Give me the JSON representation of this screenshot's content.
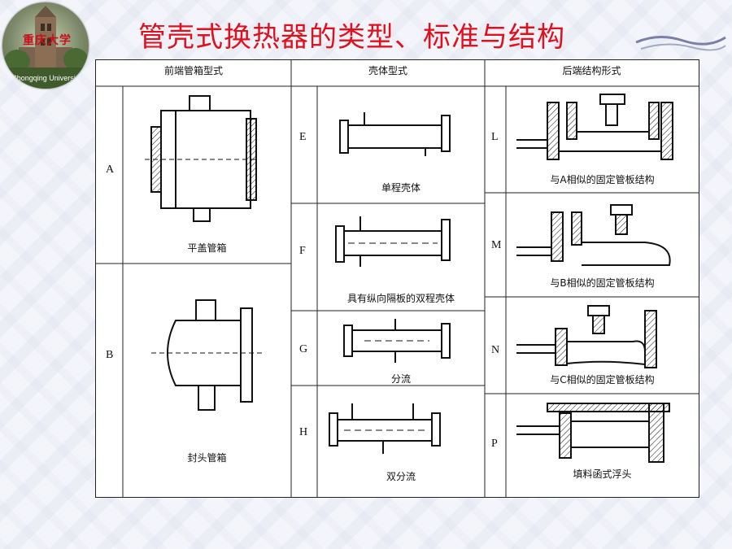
{
  "logo": {
    "name_cn": "重庆大学",
    "name_en": "Chongqing University"
  },
  "title": "管壳式换热器的类型、标准与结构",
  "table": {
    "headers": {
      "front": "前端管箱型式",
      "shell": "壳体型式",
      "rear": "后端结构形式"
    },
    "front_rows": [
      {
        "code": "A",
        "caption": "平盖管箱"
      },
      {
        "code": "B",
        "caption": "封头管箱"
      }
    ],
    "shell_rows": [
      {
        "code": "E",
        "caption": "单程壳体"
      },
      {
        "code": "F",
        "caption": "具有纵向隔板的双程壳体"
      },
      {
        "code": "G",
        "caption": "分流"
      },
      {
        "code": "H",
        "caption": "双分流"
      }
    ],
    "rear_rows": [
      {
        "code": "L",
        "caption": "与A相似的固定管板结构"
      },
      {
        "code": "M",
        "caption": "与B相似的固定管板结构"
      },
      {
        "code": "N",
        "caption": "与C相似的固定管板结构"
      },
      {
        "code": "P",
        "caption": "填料函式浮头"
      }
    ]
  }
}
